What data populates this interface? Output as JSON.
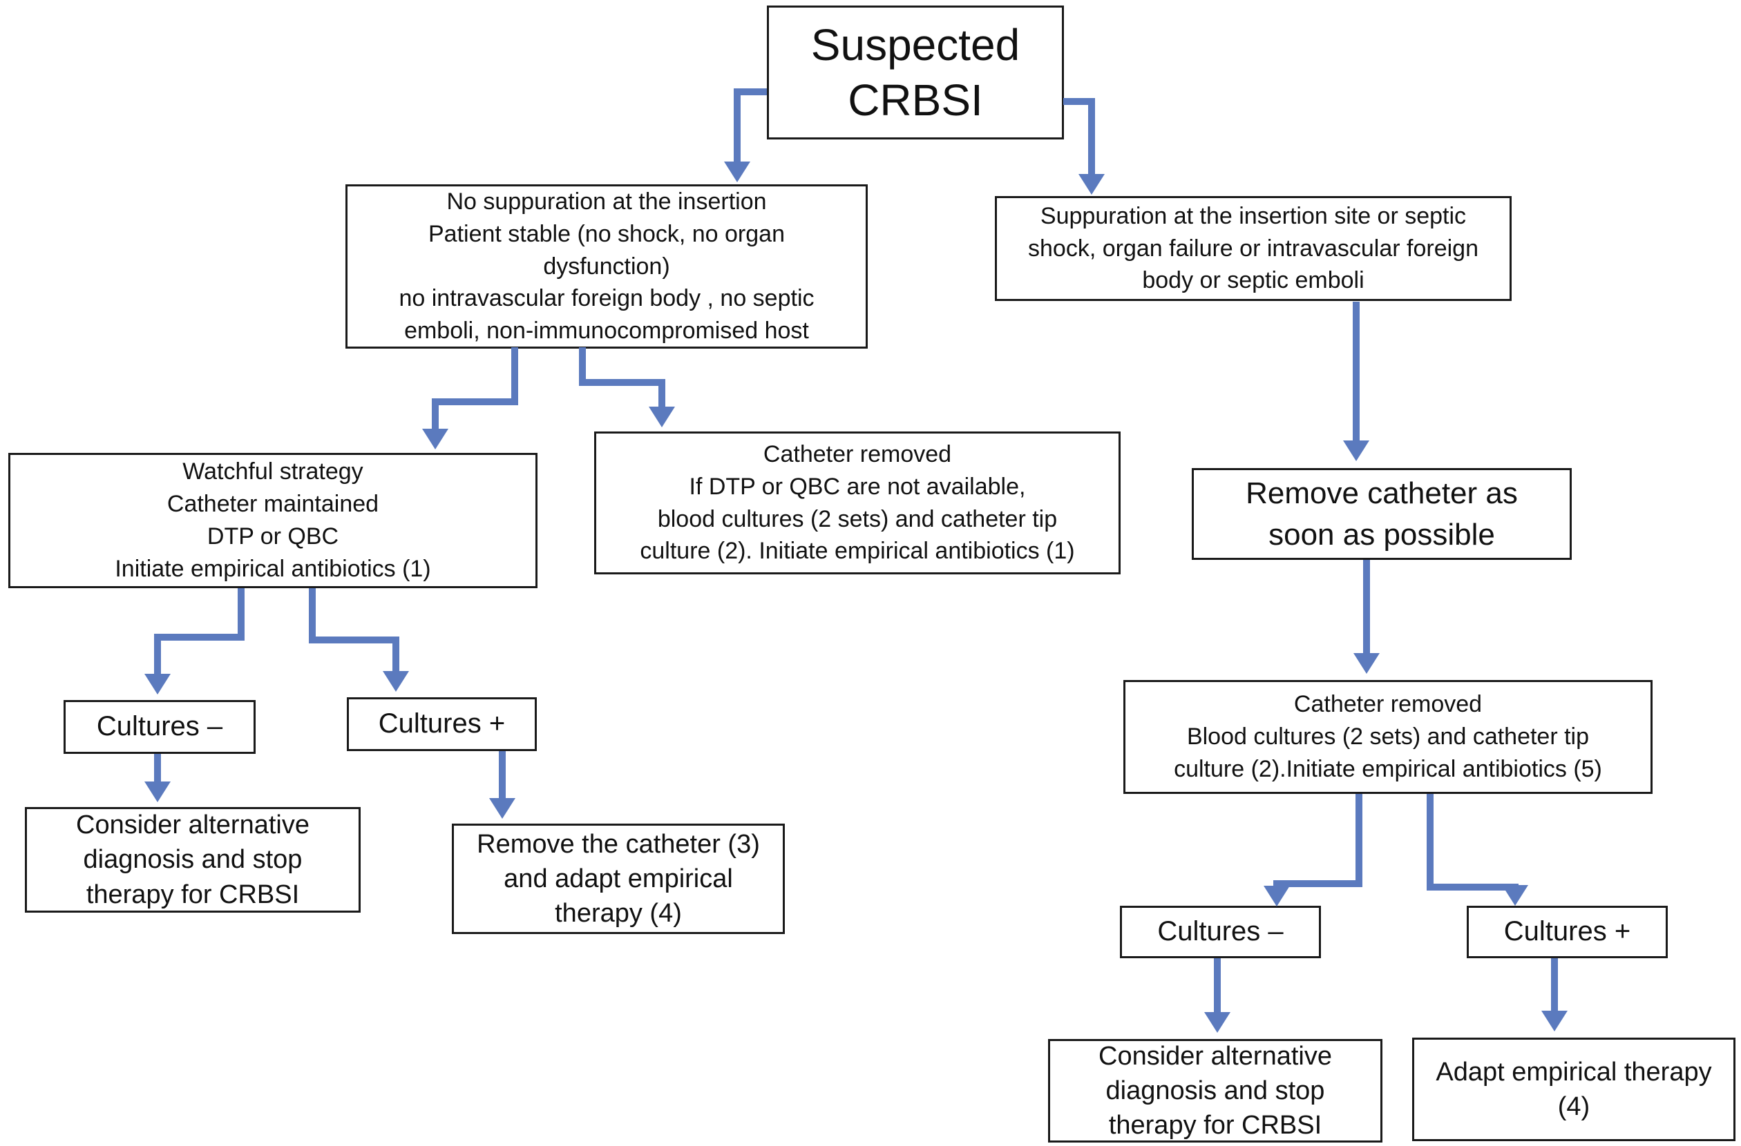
{
  "figure": {
    "type": "flowchart",
    "title": "Suspected CRBSI management algorithm"
  },
  "colors": {
    "arrow": "#5B7ABE",
    "border": "#1A1A1A",
    "background": "#FFFFFF",
    "text": "#111111"
  },
  "nodes": {
    "suspected": {
      "text": "Suspected\nCRBSI"
    },
    "no_suppuration": {
      "text": "No suppuration at the insertion\nPatient stable (no shock, no organ\ndysfunction)\nno intravascular foreign body , no septic\nemboli, non-immunocompromised host"
    },
    "suppuration": {
      "text": "Suppuration at the insertion site or septic\nshock, organ failure or intravascular foreign\nbody or septic emboli"
    },
    "watchful": {
      "text": "Watchful strategy\nCatheter maintained\nDTP or QBC\nInitiate empirical antibiotics (1)"
    },
    "catheter_removed_no_dtp": {
      "text": "Catheter removed\nIf DTP or QBC are not available,\nblood cultures (2 sets) and catheter tip\nculture (2). Initiate empirical antibiotics (1)"
    },
    "remove_catheter_asap": {
      "text": "Remove catheter as\nsoon as possible"
    },
    "cultures_negative_left": {
      "text": "Cultures –"
    },
    "cultures_positive_left": {
      "text": "Cultures +"
    },
    "catheter_removed_right": {
      "text": "Catheter removed\nBlood cultures (2 sets) and catheter tip\nculture (2).Initiate empirical antibiotics (5)"
    },
    "consider_alternative_left": {
      "text": "Consider alternative\ndiagnosis and stop\ntherapy for CRBSI"
    },
    "remove_catheter_adapt": {
      "text": "Remove the catheter (3)\nand adapt empirical\ntherapy (4)"
    },
    "cultures_negative_right": {
      "text": "Cultures –"
    },
    "cultures_positive_right": {
      "text": "Cultures +"
    },
    "consider_alternative_right": {
      "text": "Consider alternative\ndiagnosis and stop\ntherapy for CRBSI"
    },
    "adapt_empirical": {
      "text": "Adapt empirical therapy\n(4)"
    }
  }
}
